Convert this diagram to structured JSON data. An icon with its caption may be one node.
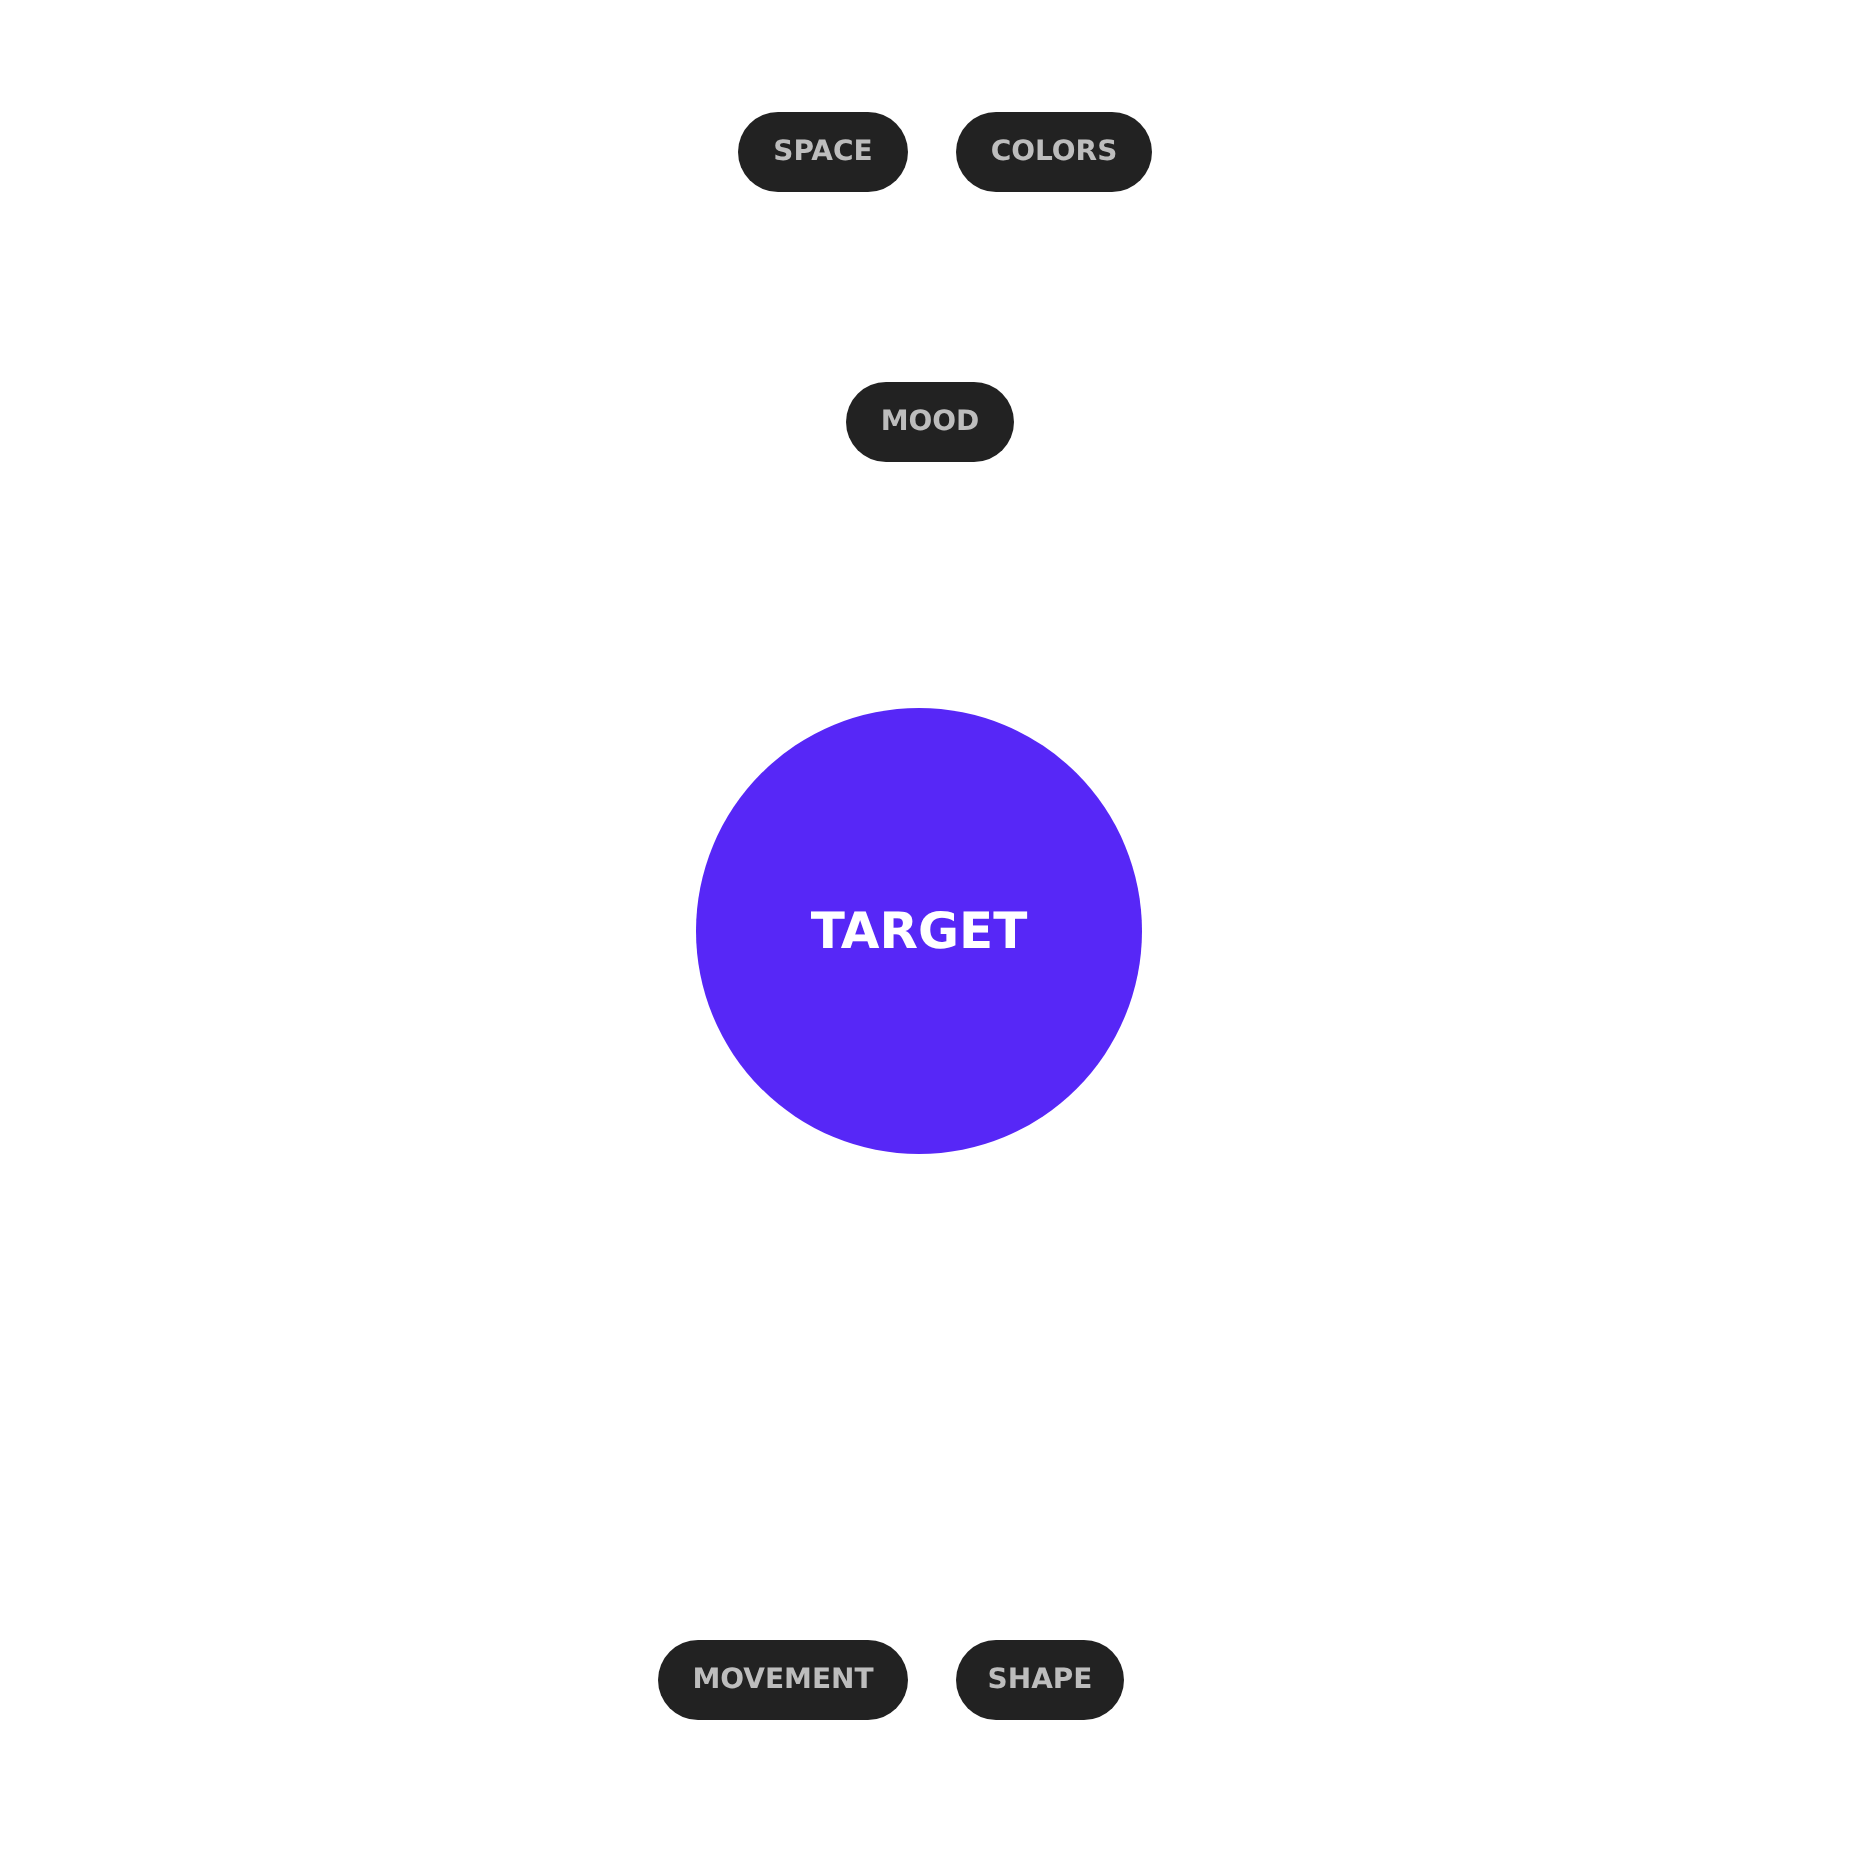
{
  "diagram": {
    "nodes": [
      {
        "text": [
          "SPACE"
        ]
      },
      {
        "text": [
          "COLORS"
        ]
      },
      {
        "text": [
          "MOOD"
        ]
      },
      {
        "text": [
          "TARGET"
        ]
      },
      {
        "text": [
          "MOVEMENT"
        ]
      },
      {
        "text": [
          "SHAPE"
        ]
      }
    ]
  }
}
